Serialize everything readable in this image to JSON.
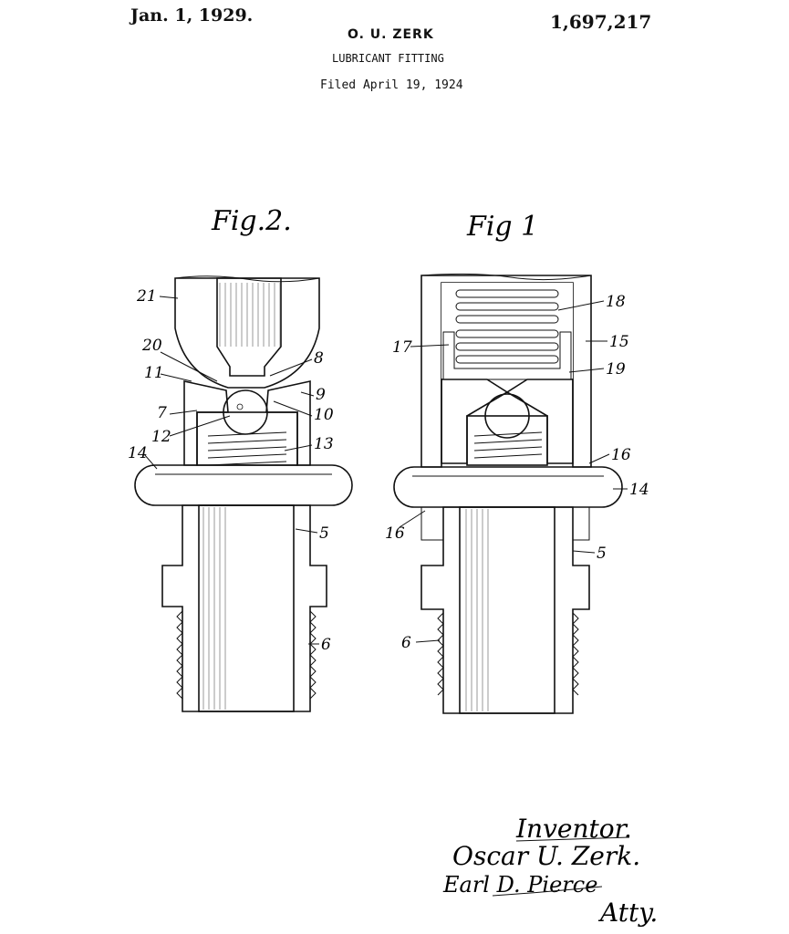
{
  "header": {
    "date": "Jan. 1, 1929.",
    "patent_number": "1,697,217",
    "inventor_name": "O. U. ZERK",
    "title": "LUBRICANT FITTING",
    "filed": "Filed April 19, 1924"
  },
  "figures": {
    "fig2_label": "Fig.2.",
    "fig1_label": "Fig 1"
  },
  "fig2_refs": [
    "21",
    "20",
    "11",
    "7",
    "12",
    "14",
    "8",
    "9",
    "10",
    "13",
    "5",
    "6"
  ],
  "fig1_refs": [
    "17",
    "18",
    "15",
    "19",
    "16",
    "16",
    "14",
    "5",
    "6"
  ],
  "signature": {
    "inventor_heading": "Inventor.",
    "inventor_sig": "Oscar U. Zerk.",
    "attorney_sig": "Earl D. Pierce",
    "attorney_abbrev": "Atty."
  }
}
